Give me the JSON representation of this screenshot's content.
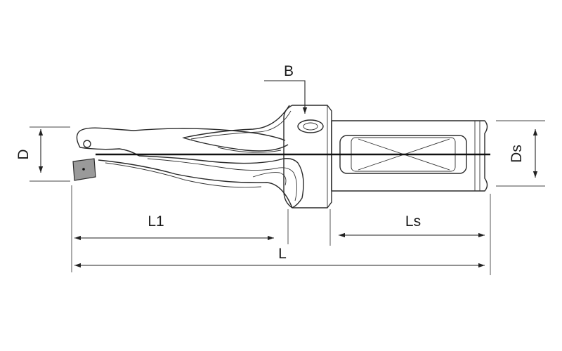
{
  "labels": {
    "D": "D",
    "B": "B",
    "Ds": "Ds",
    "L1": "L1",
    "Ls": "Ls",
    "L": "L"
  },
  "colors": {
    "line": "#2a2a2a",
    "insert": "#9a9a9a",
    "centerline": "#111111",
    "background": "#ffffff"
  }
}
